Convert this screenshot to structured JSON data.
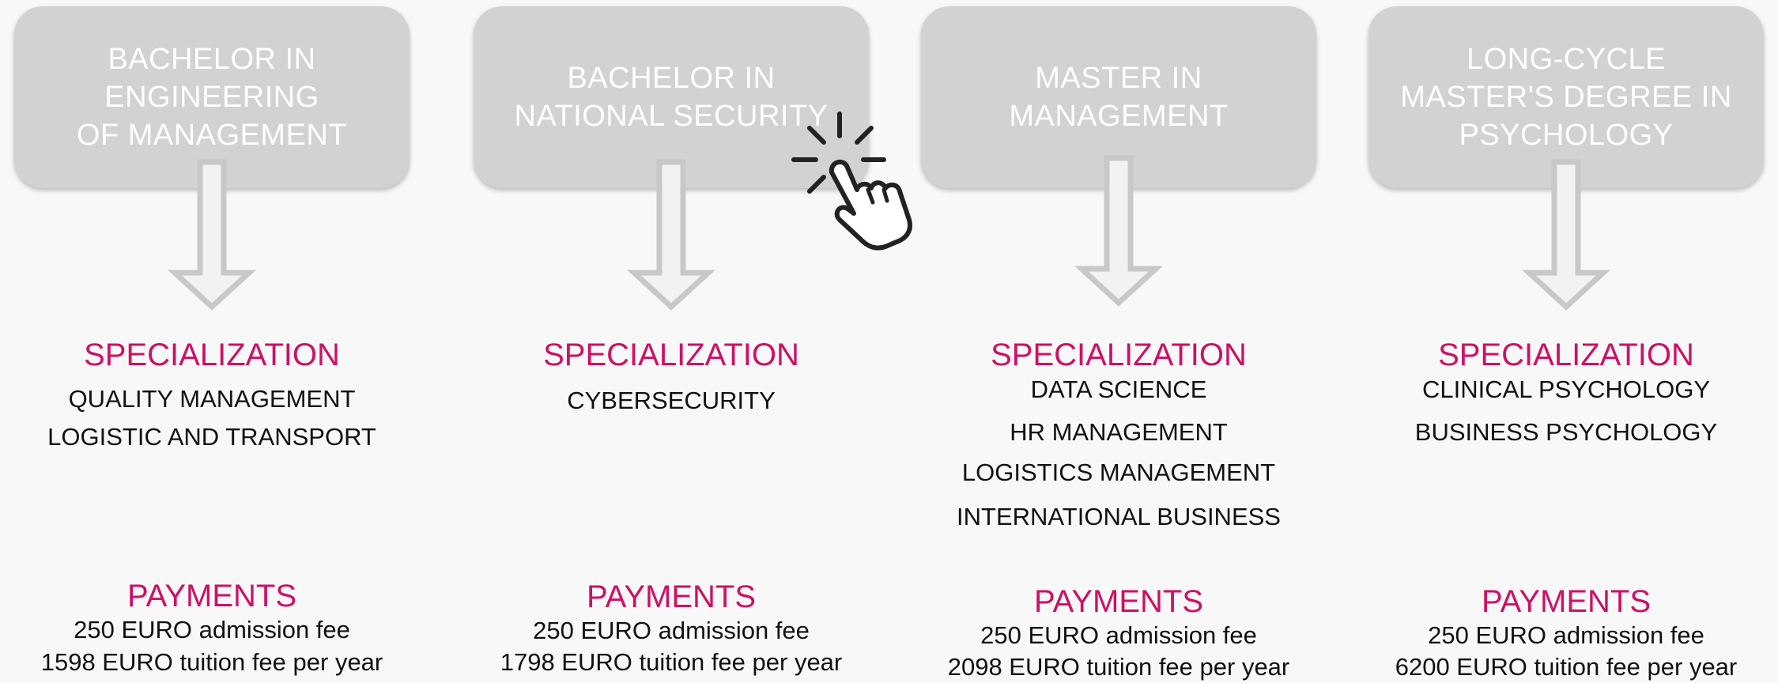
{
  "columns": [
    {
      "program_title": "BACHELOR IN\nENGINEERING\nOF MANAGEMENT",
      "specialization_label": "SPECIALIZATION",
      "specializations": [
        "QUALITY MANAGEMENT",
        "LOGISTIC AND TRANSPORT"
      ],
      "payments_label": "PAYMENTS",
      "admission_fee": "250 EURO admission fee",
      "tuition_fee": "1598 EURO tuition fee per year"
    },
    {
      "program_title": "BACHELOR IN\nNATIONAL SECURITY",
      "specialization_label": "SPECIALIZATION",
      "specializations": [
        "CYBERSECURITY"
      ],
      "payments_label": "PAYMENTS",
      "admission_fee": "250 EURO admission fee",
      "tuition_fee": "1798 EURO tuition fee per year"
    },
    {
      "program_title": "MASTER IN\nMANAGEMENT",
      "specialization_label": "SPECIALIZATION",
      "specializations": [
        "DATA SCIENCE",
        "HR MANAGEMENT",
        "LOGISTICS MANAGEMENT",
        "INTERNATIONAL BUSINESS"
      ],
      "payments_label": "PAYMENTS",
      "admission_fee": "250 EURO admission fee",
      "tuition_fee": "2098 EURO tuition fee per year"
    },
    {
      "program_title": "LONG-CYCLE\nMASTER'S DEGREE IN\nPSYCHOLOGY",
      "specialization_label": "SPECIALIZATION",
      "specializations": [
        "CLINICAL PSYCHOLOGY",
        "BUSINESS PSYCHOLOGY"
      ],
      "payments_label": "PAYMENTS",
      "admission_fee": "250 EURO admission fee",
      "tuition_fee": "6200 EURO tuition fee per year"
    }
  ],
  "colors": {
    "accent": "#cc1166",
    "card_bg": "#d2d2d2",
    "arrow_fill": "#f2f2f2",
    "arrow_stroke": "#c8c8c8"
  },
  "icons": {
    "cursor": "pointing-hand-click-icon",
    "arrow": "arrow-down-icon"
  }
}
